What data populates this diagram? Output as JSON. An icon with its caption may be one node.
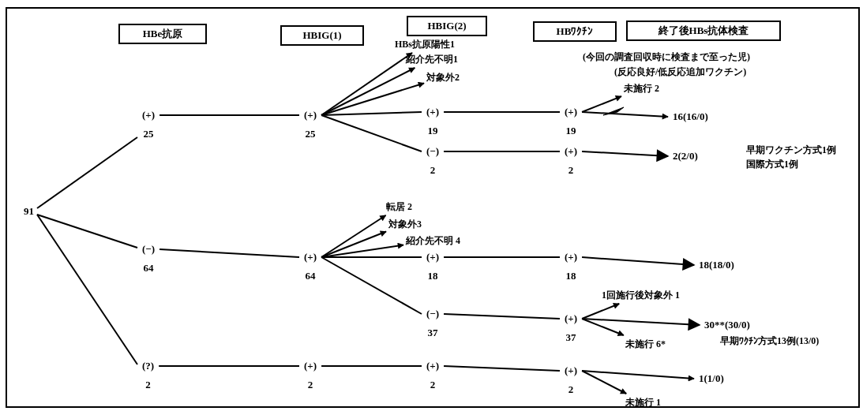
{
  "diagram": {
    "nodes": [
      {
        "text": [
          "HBe抗原"
        ]
      },
      {
        "text": [
          "HBIG(1)"
        ]
      },
      {
        "text": [
          "HBIG(2)"
        ]
      },
      {
        "text": [
          "HBﾜｸﾁﾝ"
        ]
      },
      {
        "text": [
          "終了後HBs抗体検査"
        ]
      },
      {
        "text": [
          "91"
        ]
      },
      {
        "text": [
          "(+)",
          "25"
        ]
      },
      {
        "text": [
          "(−)",
          "64"
        ]
      },
      {
        "text": [
          "(?)",
          "2"
        ]
      },
      {
        "text": [
          "(+)",
          "25"
        ]
      },
      {
        "text": [
          "(+)",
          "64"
        ]
      },
      {
        "text": [
          "(+)",
          "2"
        ]
      },
      {
        "text": [
          "HBs抗原陽性1"
        ]
      },
      {
        "text": [
          "紹介先不明1"
        ]
      },
      {
        "text": [
          "対象外2"
        ]
      },
      {
        "text": [
          "(+)",
          "19"
        ]
      },
      {
        "text": [
          "(−)",
          "2"
        ]
      },
      {
        "text": [
          "転居 2"
        ]
      },
      {
        "text": [
          "対象外3"
        ]
      },
      {
        "text": [
          "紹介先不明 4"
        ]
      },
      {
        "text": [
          "(+)",
          "18"
        ]
      },
      {
        "text": [
          "(−)",
          "37"
        ]
      },
      {
        "text": [
          "(+)",
          "2"
        ]
      },
      {
        "text": [
          "(+)",
          "19"
        ]
      },
      {
        "text": [
          "(+)",
          "2"
        ]
      },
      {
        "text": [
          "(+)",
          "18"
        ]
      },
      {
        "text": [
          "(+)",
          "37"
        ]
      },
      {
        "text": [
          "(+)",
          "2"
        ]
      },
      {
        "text": [
          "未施行 2"
        ]
      },
      {
        "text": [
          "16(16/0)"
        ]
      },
      {
        "text": [
          "2(2/0)"
        ],
        "beside": [
          "早期ワクチン方式1例",
          "国際方式1例"
        ]
      },
      {
        "text": [
          "18(18/0)"
        ]
      },
      {
        "text": [
          "1回施行後対象外 1"
        ]
      },
      {
        "text": [
          "30**(30/0)"
        ],
        "beside": [
          "早期ﾜｸﾁﾝ方式13例(13/0)"
        ]
      },
      {
        "text": [
          "未施行 6*"
        ]
      },
      {
        "text": [
          "1(1/0)"
        ]
      },
      {
        "text": [
          "未施行 1"
        ]
      }
    ],
    "edges": [
      {
        "from": 5,
        "to": 6,
        "arrow": "none"
      },
      {
        "from": 5,
        "to": 7,
        "arrow": "none"
      },
      {
        "from": 5,
        "to": 8,
        "arrow": "none"
      },
      {
        "from": 6,
        "to": 9,
        "arrow": "none"
      },
      {
        "from": 7,
        "to": 10,
        "arrow": "none"
      },
      {
        "from": 8,
        "to": 11,
        "arrow": "none"
      },
      {
        "from": 9,
        "to": 12,
        "arrow": "to"
      },
      {
        "from": 9,
        "to": 13,
        "arrow": "to"
      },
      {
        "from": 9,
        "to": 14,
        "arrow": "to"
      },
      {
        "from": 9,
        "to": 15,
        "arrow": "none"
      },
      {
        "from": 9,
        "to": 16,
        "arrow": "none"
      },
      {
        "from": 10,
        "to": 17,
        "arrow": "to"
      },
      {
        "from": 10,
        "to": 18,
        "arrow": "to"
      },
      {
        "from": 10,
        "to": 19,
        "arrow": "to"
      },
      {
        "from": 10,
        "to": 20,
        "arrow": "none"
      },
      {
        "from": 10,
        "to": 21,
        "arrow": "none"
      },
      {
        "from": 11,
        "to": 22,
        "arrow": "none"
      },
      {
        "from": 15,
        "to": 23,
        "arrow": "none"
      },
      {
        "from": 16,
        "to": 24,
        "arrow": "none"
      },
      {
        "from": 20,
        "to": 25,
        "arrow": "none"
      },
      {
        "from": 21,
        "to": 26,
        "arrow": "none"
      },
      {
        "from": 22,
        "to": 27,
        "arrow": "none"
      },
      {
        "from": 23,
        "to": 28,
        "arrow": "to"
      },
      {
        "from": 23,
        "to": 29,
        "arrow": "to"
      },
      {
        "from": 24,
        "to": 30,
        "arrow": "to"
      },
      {
        "from": 25,
        "to": 31,
        "arrow": "to"
      },
      {
        "from": 26,
        "to": 32,
        "arrow": "to"
      },
      {
        "from": 26,
        "to": 33,
        "arrow": "to"
      },
      {
        "from": 26,
        "to": 34,
        "arrow": "to"
      },
      {
        "from": 27,
        "to": 35,
        "arrow": "to"
      },
      {
        "from": 27,
        "to": 36,
        "arrow": "to"
      }
    ],
    "labels": [
      "(今回の調査回収時に検査まで至った児)",
      "(反応良好/低反応追加ワクチン)"
    ]
  }
}
